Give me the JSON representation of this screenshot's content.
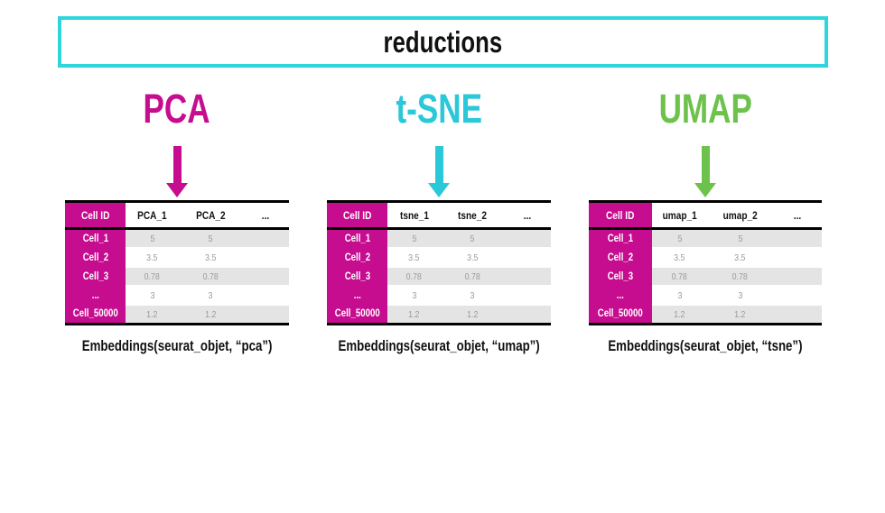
{
  "styles": {
    "magenta": "#c60d8f",
    "title_border": "#2ed6dc",
    "stripe": "#e4e4e4",
    "value_text": "#9a9a9a"
  },
  "icons": {
    "down_arrow": "solid downward arrow (shaft + triangle) in column accent color"
  },
  "title_box": {
    "label": "reductions"
  },
  "columns": [
    {
      "id": "pca",
      "heading": "PCA",
      "color": "#c60d8f",
      "caption": "Embeddings(seurat_objet, “pca”)",
      "table": {
        "headers": [
          "Cell ID",
          "PCA_1",
          "PCA_2",
          "..."
        ],
        "rows": [
          [
            "Cell_1",
            "5",
            "5",
            ""
          ],
          [
            "Cell_2",
            "3.5",
            "3.5",
            ""
          ],
          [
            "Cell_3",
            "0.78",
            "0.78",
            ""
          ],
          [
            "...",
            "3",
            "3",
            ""
          ],
          [
            "Cell_50000",
            "1.2",
            "1.2",
            ""
          ]
        ]
      }
    },
    {
      "id": "tsne",
      "heading": "t-SNE",
      "color": "#2ac8d8",
      "caption": "Embeddings(seurat_objet, “umap”)",
      "table": {
        "headers": [
          "Cell ID",
          "tsne_1",
          "tsne_2",
          "..."
        ],
        "rows": [
          [
            "Cell_1",
            "5",
            "5",
            ""
          ],
          [
            "Cell_2",
            "3.5",
            "3.5",
            ""
          ],
          [
            "Cell_3",
            "0.78",
            "0.78",
            ""
          ],
          [
            "...",
            "3",
            "3",
            ""
          ],
          [
            "Cell_50000",
            "1.2",
            "1.2",
            ""
          ]
        ]
      }
    },
    {
      "id": "umap",
      "heading": "UMAP",
      "color": "#6dc24b",
      "caption": "Embeddings(seurat_objet, “tsne”)",
      "table": {
        "headers": [
          "Cell ID",
          "umap_1",
          "umap_2",
          "..."
        ],
        "rows": [
          [
            "Cell_1",
            "5",
            "5",
            ""
          ],
          [
            "Cell_2",
            "3.5",
            "3.5",
            ""
          ],
          [
            "Cell_3",
            "0.78",
            "0.78",
            ""
          ],
          [
            "...",
            "3",
            "3",
            ""
          ],
          [
            "Cell_50000",
            "1.2",
            "1.2",
            ""
          ]
        ]
      }
    }
  ]
}
